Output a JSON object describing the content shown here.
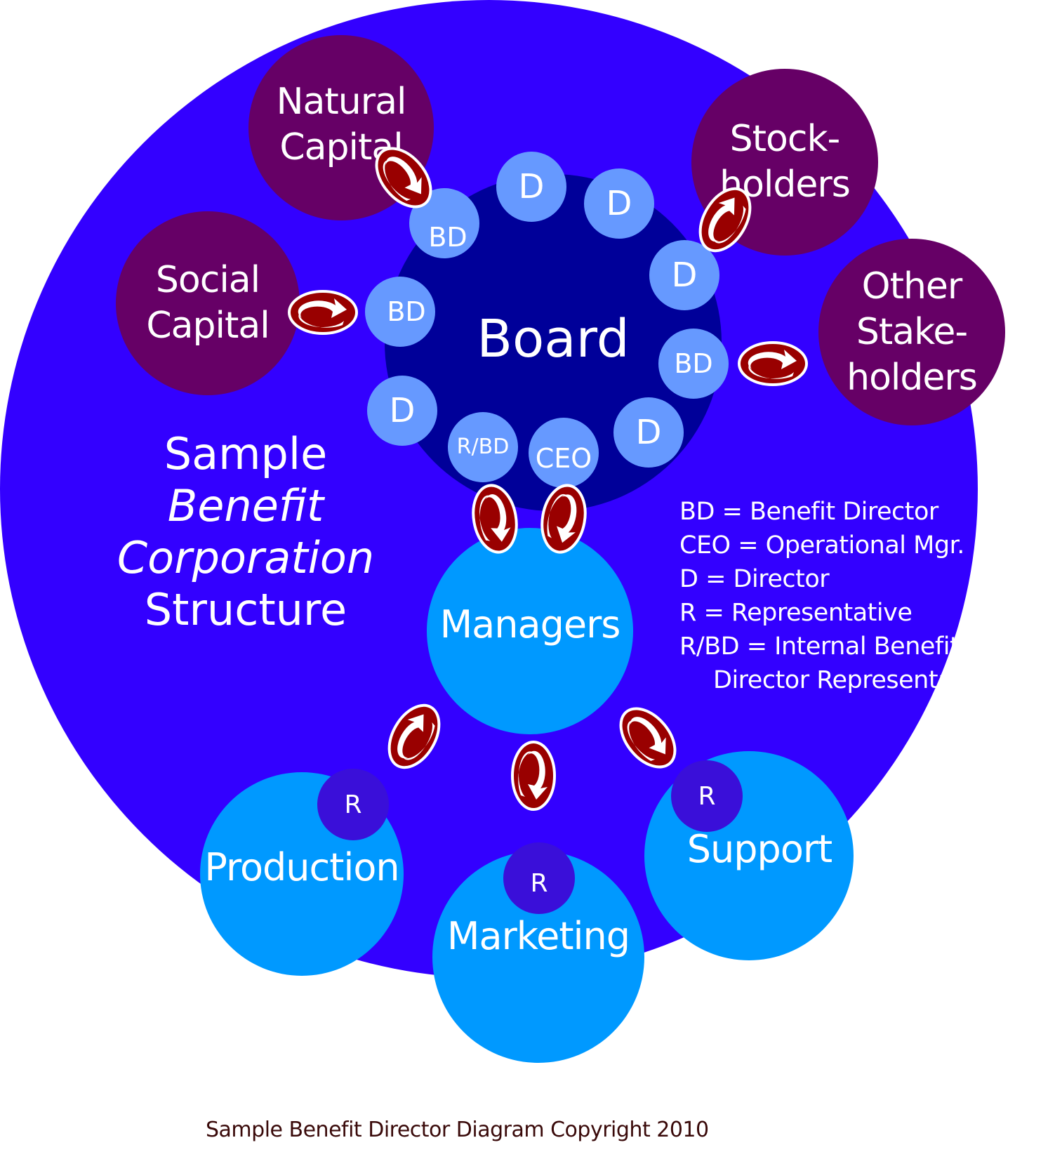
{
  "colors": {
    "background": "#ffffff",
    "corporation": "#3300ff",
    "board": "#000099",
    "board_member": "#6699ff",
    "stakeholder": "#660066",
    "department": "#0099ff",
    "representative": "#3a0fd9",
    "cycle_icon": "#990000",
    "text": "#ffffff",
    "footer_text": "#3a0a0a"
  },
  "title": {
    "line1": "Sample",
    "line2": "Benefit",
    "line3": "Corporation",
    "line4": "Structure"
  },
  "board": {
    "label": "Board",
    "members": [
      {
        "label": "BD"
      },
      {
        "label": "D"
      },
      {
        "label": "D"
      },
      {
        "label": "D"
      },
      {
        "label": "BD"
      },
      {
        "label": "D"
      },
      {
        "label": "CEO"
      },
      {
        "label": "R/BD"
      },
      {
        "label": "D"
      },
      {
        "label": "BD"
      }
    ]
  },
  "stakeholders": [
    {
      "line1": "Natural",
      "line2": "Capital"
    },
    {
      "line1": "Stock-",
      "line2": "holders"
    },
    {
      "line1": "Social",
      "line2": "Capital"
    },
    {
      "line1": "Other",
      "line2": "Stake-",
      "line3": "holders"
    }
  ],
  "managers": {
    "label": "Managers"
  },
  "departments": [
    {
      "label": "Production",
      "rep": "R"
    },
    {
      "label": "Marketing",
      "rep": "R"
    },
    {
      "label": "Support",
      "rep": "R"
    }
  ],
  "legend": [
    "BD = Benefit Director",
    "CEO = Operational Mgr.",
    "D = Director",
    "R = Representative",
    "R/BD = Internal Benefit",
    "Director Representative"
  ],
  "icons": {
    "exchange": "cycle-arrows-icon"
  },
  "footer": "Sample Benefit Director Diagram Copyright 2010"
}
